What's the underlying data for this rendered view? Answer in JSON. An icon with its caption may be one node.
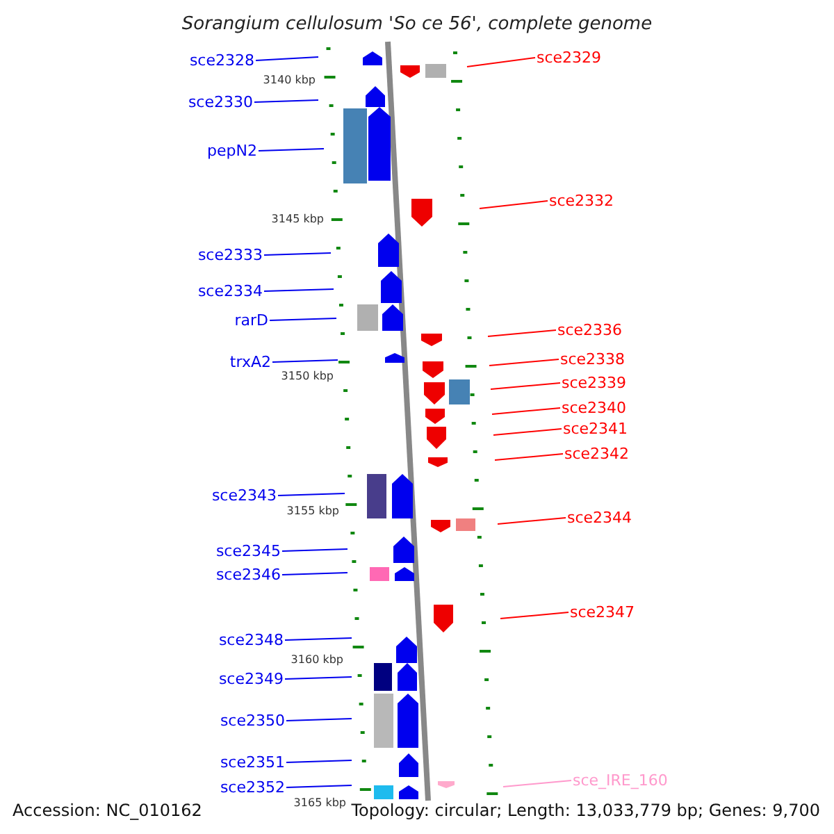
{
  "diagram": {
    "title": "Sorangium cellulosum 'So ce 56', complete genome",
    "nodes": [
      {
        "text": [
          "sce2328"
        ]
      },
      {
        "text": [
          "sce2330"
        ]
      },
      {
        "text": [
          "pepN2"
        ]
      },
      {
        "text": [
          "sce2333"
        ]
      },
      {
        "text": [
          "sce2334"
        ]
      },
      {
        "text": [
          "rarD"
        ]
      },
      {
        "text": [
          "trxA2"
        ]
      },
      {
        "text": [
          "sce2343"
        ]
      },
      {
        "text": [
          "sce2345"
        ]
      },
      {
        "text": [
          "sce2346"
        ]
      },
      {
        "text": [
          "sce2348"
        ]
      },
      {
        "text": [
          "sce2349"
        ]
      },
      {
        "text": [
          "sce2350"
        ]
      },
      {
        "text": [
          "sce2351"
        ]
      },
      {
        "text": [
          "sce2352"
        ]
      },
      {
        "text": [
          "sce2329"
        ]
      },
      {
        "text": [
          "sce2332"
        ]
      },
      {
        "text": [
          "sce2336"
        ]
      },
      {
        "text": [
          "sce2338"
        ]
      },
      {
        "text": [
          "sce2339"
        ]
      },
      {
        "text": [
          "sce2340"
        ]
      },
      {
        "text": [
          "sce2341"
        ]
      },
      {
        "text": [
          "sce2342"
        ]
      },
      {
        "text": [
          "sce2344"
        ]
      },
      {
        "text": [
          "sce2347"
        ]
      },
      {
        "text": [
          "sce_IRE_160"
        ]
      }
    ],
    "edges": [
      {
        "from": 0,
        "to": null,
        "arrow": "none"
      },
      {
        "from": 1,
        "to": null,
        "arrow": "none"
      },
      {
        "from": 2,
        "to": null,
        "arrow": "none"
      },
      {
        "from": 3,
        "to": null,
        "arrow": "none"
      },
      {
        "from": 4,
        "to": null,
        "arrow": "none"
      },
      {
        "from": 5,
        "to": null,
        "arrow": "none"
      },
      {
        "from": 6,
        "to": null,
        "arrow": "none"
      },
      {
        "from": 7,
        "to": null,
        "arrow": "none"
      },
      {
        "from": 8,
        "to": null,
        "arrow": "none"
      },
      {
        "from": 9,
        "to": null,
        "arrow": "none"
      },
      {
        "from": 10,
        "to": null,
        "arrow": "none"
      },
      {
        "from": 11,
        "to": null,
        "arrow": "none"
      },
      {
        "from": 12,
        "to": null,
        "arrow": "none"
      },
      {
        "from": 13,
        "to": null,
        "arrow": "none"
      },
      {
        "from": 14,
        "to": null,
        "arrow": "none"
      },
      {
        "from": 15,
        "to": null,
        "arrow": "none",
        "color": "#ff0000"
      },
      {
        "from": 16,
        "to": null,
        "arrow": "none",
        "color": "#ff0000"
      },
      {
        "from": 17,
        "to": null,
        "arrow": "none",
        "color": "#ff0000"
      },
      {
        "from": 18,
        "to": null,
        "arrow": "none",
        "color": "#ff0000"
      },
      {
        "from": 19,
        "to": null,
        "arrow": "none",
        "color": "#ff0000"
      },
      {
        "from": 20,
        "to": null,
        "arrow": "none",
        "color": "#ff0000"
      },
      {
        "from": 21,
        "to": null,
        "arrow": "none",
        "color": "#ff0000"
      },
      {
        "from": 22,
        "to": null,
        "arrow": "none",
        "color": "#ff0000"
      },
      {
        "from": 23,
        "to": null,
        "arrow": "none",
        "color": "#ff0000"
      },
      {
        "from": 24,
        "to": null,
        "arrow": "none",
        "color": "#ff0000"
      },
      {
        "from": 25,
        "to": null,
        "arrow": "none",
        "color": "#ff99cc"
      }
    ],
    "labels": [
      "3140 kbp",
      "3145 kbp",
      "3150 kbp",
      "3155 kbp",
      "3160 kbp",
      "3165 kbp",
      "Accession: NC_010162",
      "Topology: circular; Length: 13,033,779 bp; Genes: 9,700"
    ]
  }
}
